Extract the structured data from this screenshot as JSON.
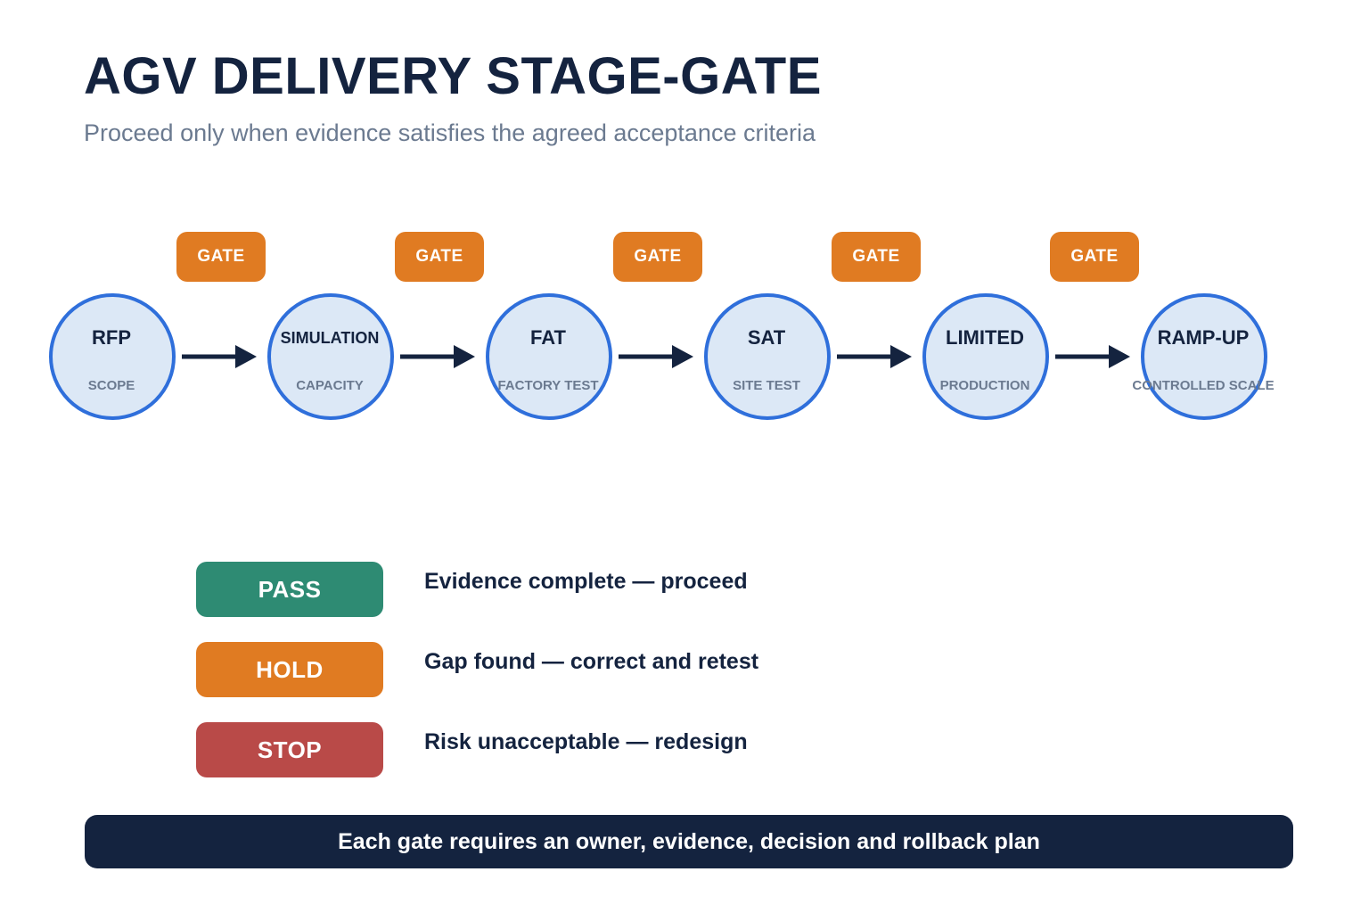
{
  "header": {
    "title": "AGV DELIVERY STAGE-GATE",
    "subtitle": "Proceed only when evidence satisfies the agreed acceptance criteria"
  },
  "gate_label": "GATE",
  "stages": [
    {
      "name": "RFP",
      "sub": "SCOPE"
    },
    {
      "name": "SIMULATION",
      "sub": "CAPACITY"
    },
    {
      "name": "FAT",
      "sub": "FACTORY TEST"
    },
    {
      "name": "SAT",
      "sub": "SITE TEST"
    },
    {
      "name": "LIMITED",
      "sub": "PRODUCTION"
    },
    {
      "name": "RAMP-UP",
      "sub": "CONTROLLED SCALE"
    }
  ],
  "legend": [
    {
      "label": "PASS",
      "desc": "Evidence complete — proceed",
      "color": "#2e8b73"
    },
    {
      "label": "HOLD",
      "desc": "Gap found — correct and retest",
      "color": "#e07b22"
    },
    {
      "label": "STOP",
      "desc": "Risk unacceptable — redesign",
      "color": "#b94a48"
    }
  ],
  "footer": "Each gate requires an owner, evidence, decision and rollback plan",
  "colors": {
    "navy": "#14233f",
    "gate": "#e07b22",
    "stage_fill": "#dce8f6",
    "stage_border": "#2f6fdb"
  }
}
